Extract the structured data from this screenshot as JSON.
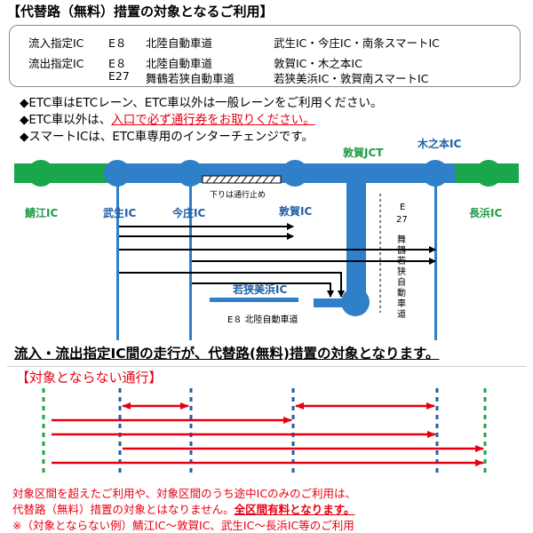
{
  "title": "【代替路（無料）措置の対象となるご利用】",
  "spec": {
    "inflow_label": "流入指定IC",
    "inflow_route": "E８",
    "inflow_road": "北陸自動車道",
    "inflow_ics": "武生IC・今庄IC・南条スマートIC",
    "outflow_label": "流出指定IC",
    "outflow_route1": "E８",
    "outflow_road1": "北陸自動車道",
    "outflow_ics1": "敦賀IC・木之本IC",
    "outflow_route2": "E27",
    "outflow_road2": "舞鶴若狭自動車道",
    "outflow_ics2": "若狭美浜IC・敦賀南スマートIC"
  },
  "notes": {
    "n1": "◆ETC車はETCレーン、ETC車以外は一般レーンをご利用ください。",
    "n2_prefix": "◆ETC車以外は、",
    "n2_red": "入口で必ず通行券をお取りください。",
    "n3": "◆スマートICは、ETC車専用のインターチェンジです。"
  },
  "diagram": {
    "junction_label": "敦賀JCT",
    "stations": {
      "sabae": "鯖江IC",
      "takefu": "武生IC",
      "imajo": "今庄IC",
      "tsuruga": "敦賀IC",
      "kinomoto": "木之本IC",
      "nagahama": "長浜IC",
      "wakasa_mihama": "若狭美浜IC"
    },
    "closure_label": "下りは通行止め",
    "e27_route": "E",
    "e27_num": "27",
    "e27_name": "舞鶴若狭自動車道",
    "e8_caption": "E８ 北陸自動車道"
  },
  "colors": {
    "green": "#1aa64a",
    "blue": "#2f7fc9",
    "ic_blue": "#1f5fa8",
    "green_text": "#1f9a46",
    "red": "#e60012",
    "arrow": "#000000"
  },
  "headline": "流入・流出指定IC間の走行が、代替路(無料)措置の対象となります。",
  "not_covered_title": "【対象とならない通行】",
  "footer": {
    "line1": "対象区間を超えたご利用や、対象区間のうち途中ICのみのご利用は、",
    "line2_prefix": "代替路（無料）措置の対象とはなりません。",
    "line2_bold": "全区間有料となります。",
    "line3": "※（対象とならない例）鯖江IC～敦賀IC、武生IC～長浜IC等のご利用"
  }
}
